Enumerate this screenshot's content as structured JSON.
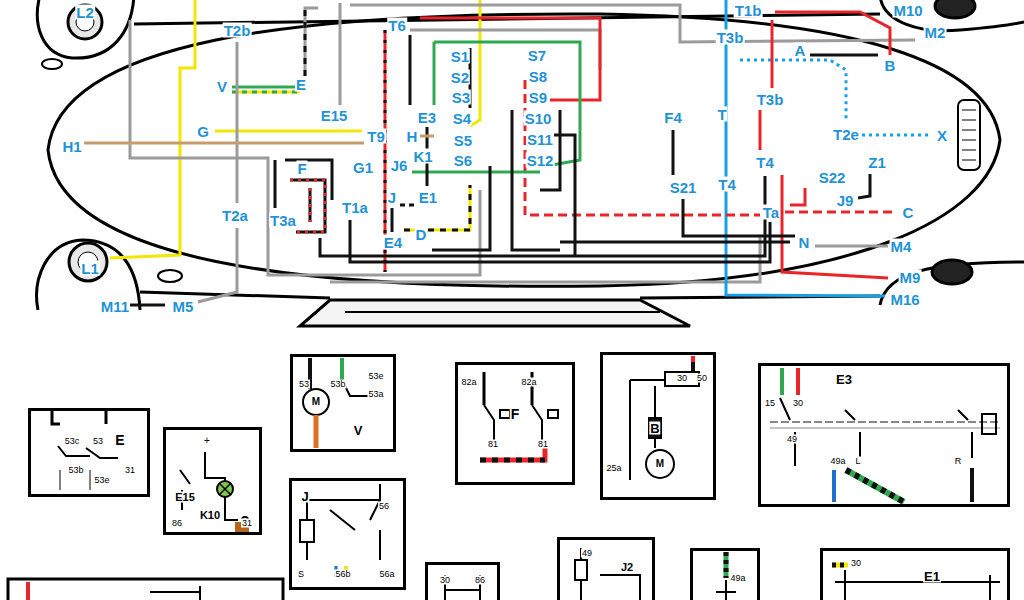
{
  "diagram": {
    "nodes": [
      {
        "text": [
          "E",
          "53c",
          "53",
          "53b",
          "53e",
          "31"
        ]
      },
      {
        "text": [
          "E15",
          "K10",
          "86",
          "31",
          "+"
        ]
      },
      {
        "text": [
          "V",
          "M",
          "53",
          "53b",
          "53e",
          "53a"
        ]
      },
      {
        "text": [
          "F",
          "82a",
          "82a",
          "81",
          "81"
        ]
      },
      {
        "text": [
          "B",
          "M",
          "30",
          "50",
          "25a"
        ]
      },
      {
        "text": [
          "E3",
          "15",
          "30",
          "49",
          "49a",
          "L",
          "R"
        ]
      },
      {
        "text": [
          "J",
          "56",
          "S",
          "56b",
          "56a"
        ]
      },
      {
        "text": [
          "30",
          "86"
        ]
      },
      {
        "text": [
          "J2",
          "49"
        ]
      },
      {
        "text": [
          "49a"
        ]
      },
      {
        "text": [
          "E1",
          "30"
        ]
      }
    ],
    "labels": [
      "L2",
      "T2b",
      "T6",
      "T1b",
      "M10",
      "M2",
      "T3b",
      "A",
      "B",
      "V",
      "E",
      "S1",
      "S7",
      "S2",
      "S8",
      "S3",
      "S9",
      "E3",
      "S4",
      "S10",
      "E15",
      "F4",
      "T",
      "T3b",
      "T2e",
      "X",
      "G",
      "T9",
      "H",
      "H1",
      "S5",
      "S11",
      "S6",
      "S12",
      "G1",
      "J6",
      "K1",
      "F",
      "T4",
      "S22",
      "Z1",
      "J",
      "E1",
      "S21",
      "T4",
      "J9",
      "T2a",
      "T3a",
      "T1a",
      "Ta",
      "C",
      "E4",
      "D",
      "N",
      "M4",
      "L1",
      "M9",
      "M11",
      "M5",
      "M16"
    ]
  }
}
